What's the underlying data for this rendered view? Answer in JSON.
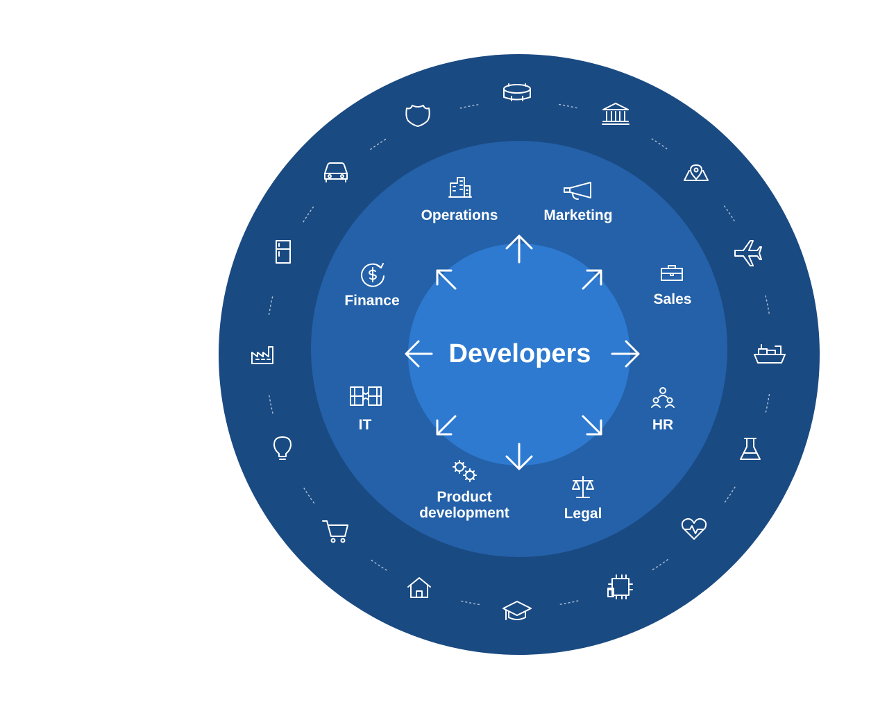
{
  "center": {
    "label": "Developers"
  },
  "departments": [
    {
      "label": "Operations",
      "icon": "building-icon"
    },
    {
      "label": "Marketing",
      "icon": "megaphone-icon"
    },
    {
      "label": "Sales",
      "icon": "briefcase-icon"
    },
    {
      "label": "HR",
      "icon": "people-icon"
    },
    {
      "label": "Legal",
      "icon": "scales-icon"
    },
    {
      "label": "Product",
      "label2": "development",
      "icon": "gears-icon"
    },
    {
      "label": "IT",
      "icon": "server-icon"
    },
    {
      "label": "Finance",
      "icon": "dollar-cycle-icon"
    }
  ],
  "industries": [
    "stadium-icon",
    "bank-icon",
    "map-pin-icon",
    "airplane-icon",
    "ship-icon",
    "flask-icon",
    "heart-pulse-icon",
    "chip-icon",
    "graduation-cap-icon",
    "home-icon",
    "shopping-cart-icon",
    "lightbulb-icon",
    "factory-icon",
    "refrigerator-icon",
    "car-icon",
    "shield-icon"
  ],
  "colors": {
    "outer_ring": "#1a4a82",
    "middle_ring": "#2461a8",
    "inner_circle": "#2e7ad0",
    "text": "#ffffff"
  }
}
